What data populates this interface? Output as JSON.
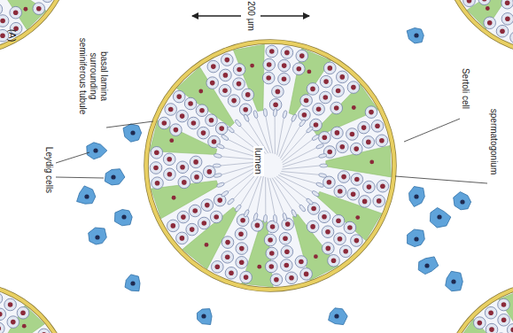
{
  "diagram": {
    "labels": [
      "200 µm",
      "(A)",
      "basal lamina surrounding seminiferous tubule",
      "Leydig cells",
      "lumen",
      "Sertoli cell",
      "spermatogonium"
    ]
  }
}
